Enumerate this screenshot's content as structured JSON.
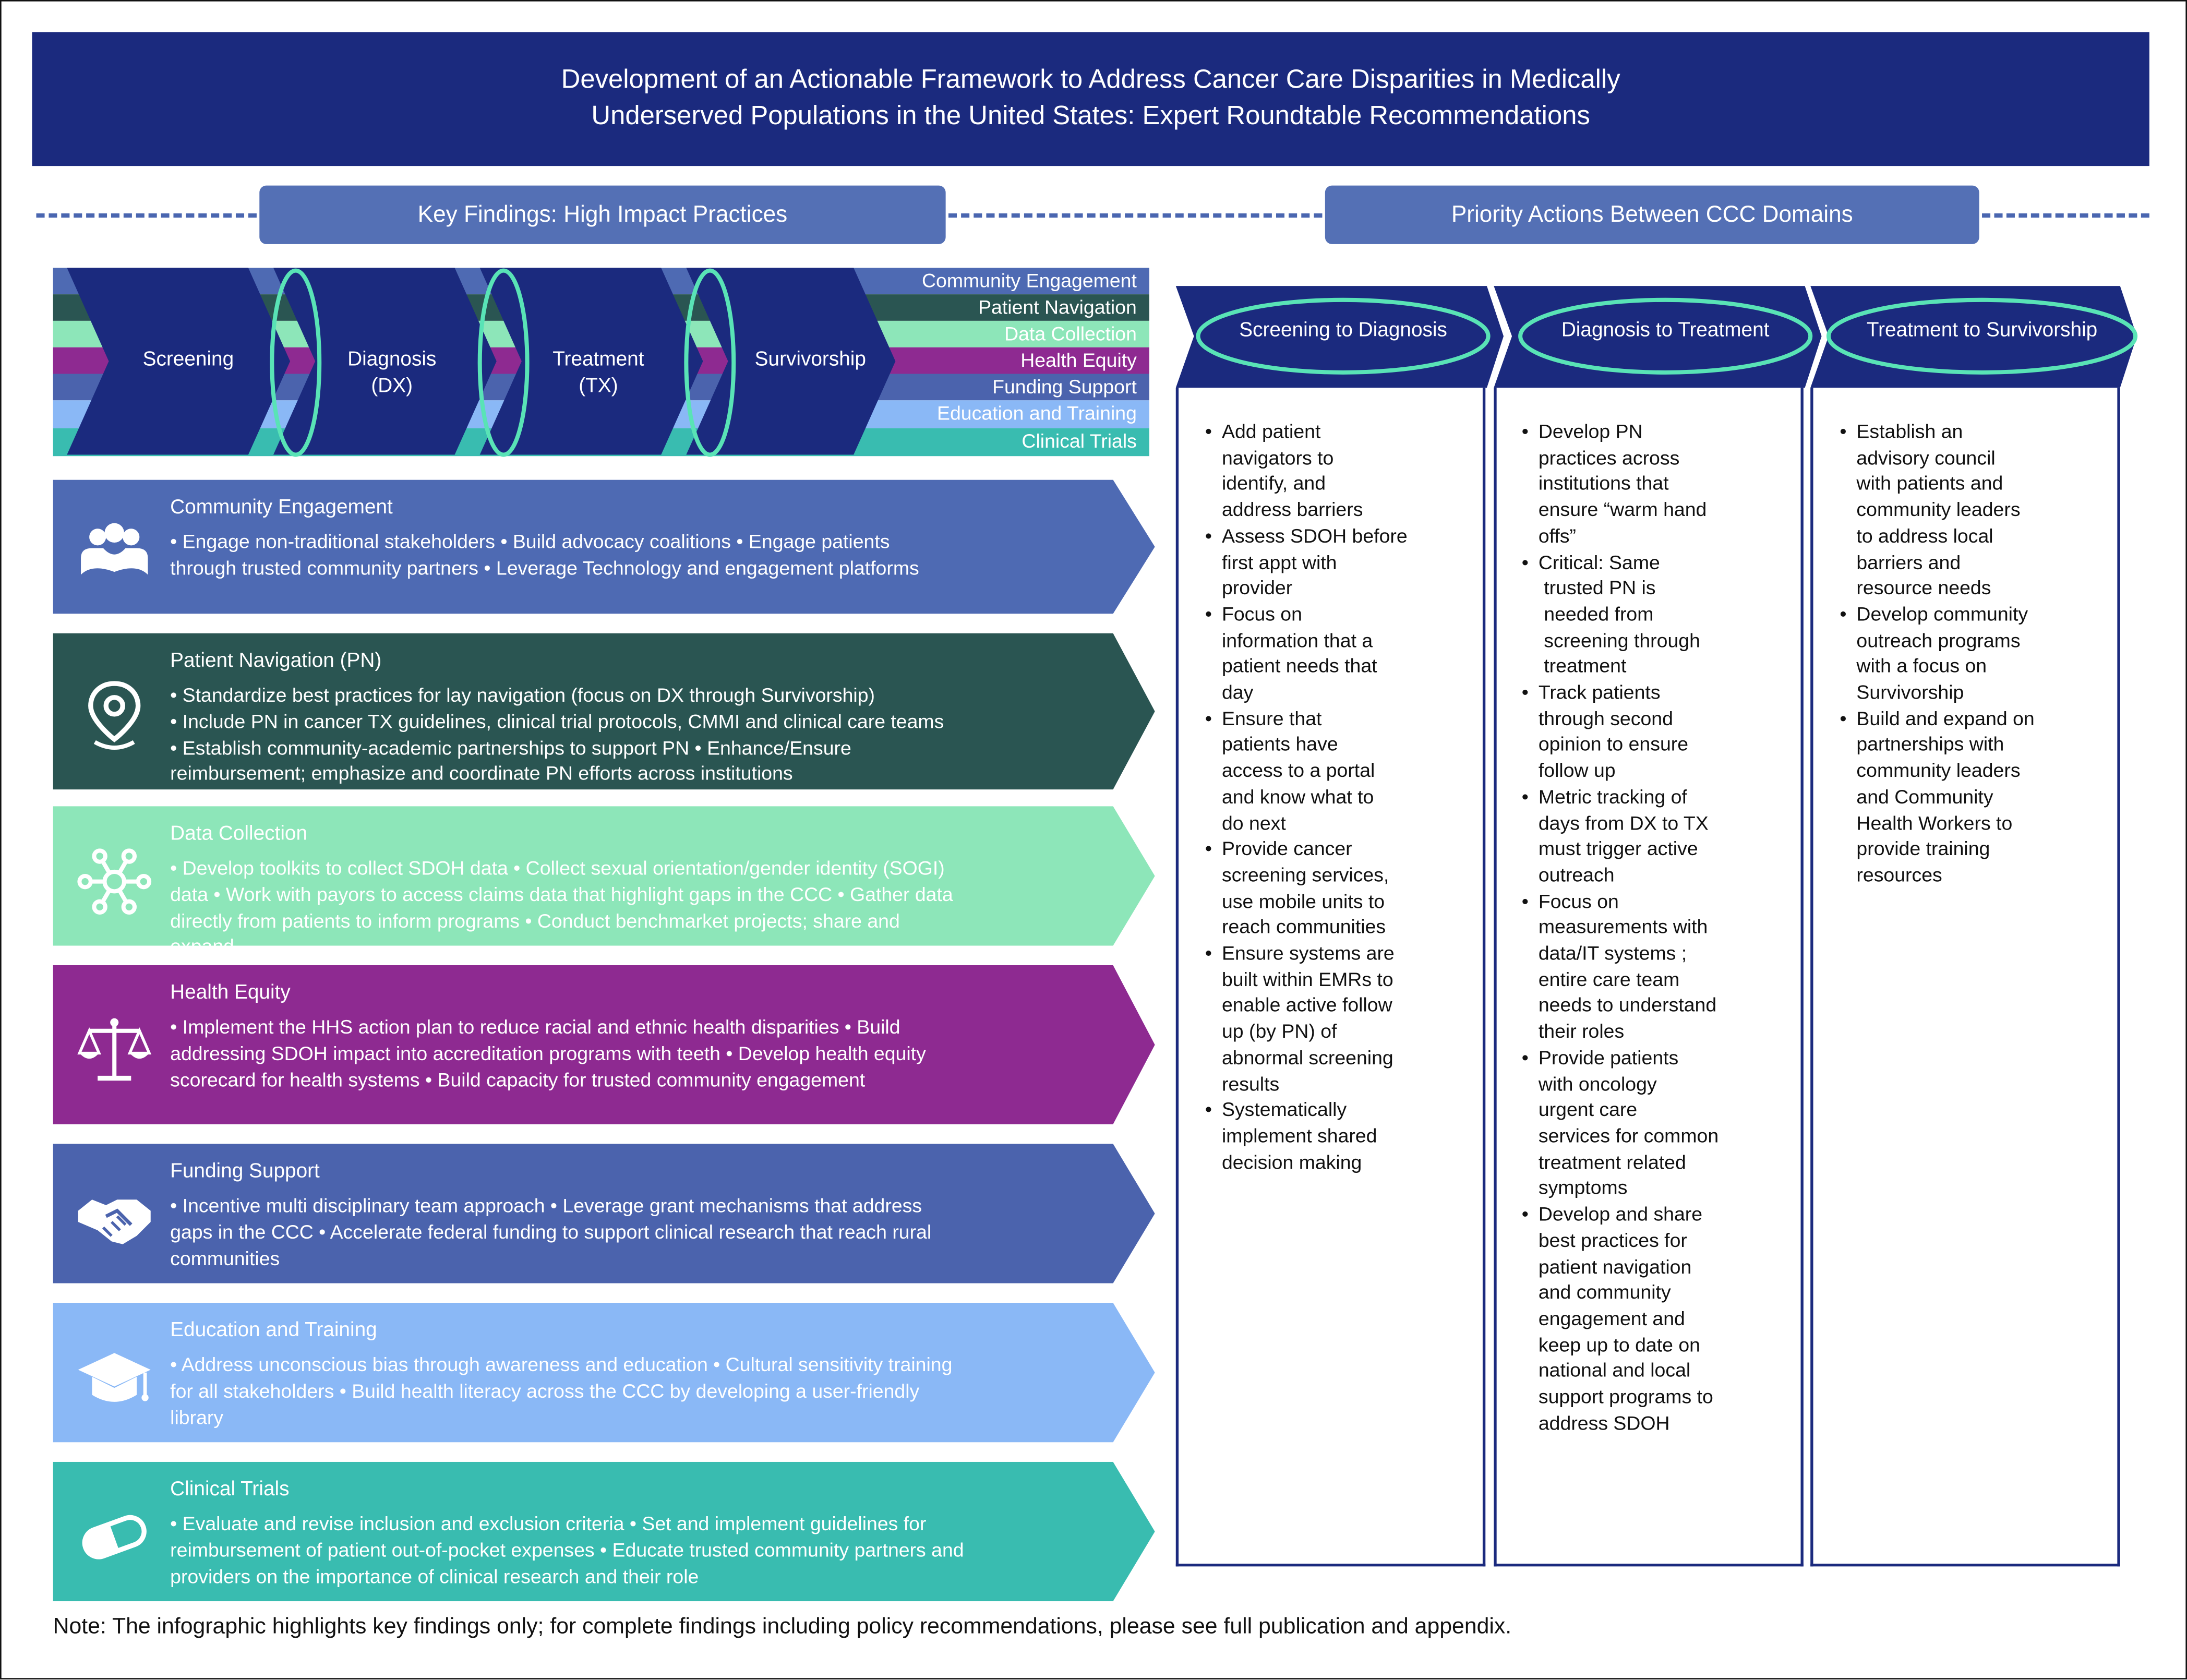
{
  "title_line1": "Development of an Actionable Framework to Address Cancer Care Disparities in Medically",
  "title_line2": "Underserved Populations in the United States: Expert Roundtable Recommendations",
  "key_findings_label": "Key Findings: High Impact Practices",
  "priority_actions_label": "Priority Actions Between CCC Domains",
  "stripes": [
    {
      "label": "Community Engagement",
      "color": "#4e6ab3"
    },
    {
      "label": "Patient Navigation",
      "color": "#2a5552"
    },
    {
      "label": "Data Collection",
      "color": "#8de6b9"
    },
    {
      "label": "Health Equity",
      "color": "#8e2a91"
    },
    {
      "label": "Funding Support",
      "color": "#4b63ad"
    },
    {
      "label": "Education and Training",
      "color": "#8ab8f6"
    },
    {
      "label": "Clinical Trials",
      "color": "#39bcb0"
    }
  ],
  "phases": [
    {
      "line1": "Screening",
      "line2": ""
    },
    {
      "line1": "Diagnosis",
      "line2": "(DX)"
    },
    {
      "line1": "Treatment",
      "line2": "(TX)"
    },
    {
      "line1": "Survivorship",
      "line2": ""
    }
  ],
  "banners": [
    {
      "title": "Community Engagement",
      "icon": "community-icon",
      "color": "#4e6ab3",
      "lines": [
        "• Engage non-traditional stakeholders • Build advocacy coalitions • Engage patients",
        "through trusted community partners • Leverage Technology and engagement platforms"
      ]
    },
    {
      "title": "Patient Navigation (PN)",
      "icon": "location-pin-icon",
      "color": "#2a5552",
      "lines": [
        "• Standardize best practices for lay navigation (focus on DX through Survivorship)",
        "• Include PN in cancer TX guidelines, clinical trial protocols, CMMI and clinical care teams",
        "• Establish community-academic partnerships to support PN • Enhance/Ensure",
        "reimbursement; emphasize and coordinate PN efforts across institutions"
      ]
    },
    {
      "title": "Data Collection",
      "icon": "network-icon",
      "color": "#8de6b9",
      "lines": [
        "• Develop toolkits to collect SDOH data • Collect sexual orientation/gender identity (SOGI)",
        "data • Work with payors to access claims data that highlight gaps in the CCC • Gather data",
        "directly from patients to inform programs • Conduct benchmarket projects; share and",
        "expand"
      ]
    },
    {
      "title": "Health Equity",
      "icon": "scales-icon",
      "color": "#8e2a91",
      "lines": [
        "• Implement the HHS action plan to reduce racial and ethnic health disparities • Build",
        "addressing SDOH impact into accreditation programs with teeth • Develop health equity",
        "scorecard for health systems • Build capacity for trusted community engagement"
      ]
    },
    {
      "title": "Funding Support",
      "icon": "handshake-icon",
      "color": "#4b63ad",
      "lines": [
        "• Incentive multi disciplinary team approach • Leverage grant mechanisms that address",
        "gaps in the CCC • Accelerate federal funding to support clinical research that reach rural",
        "communities"
      ]
    },
    {
      "title": "Education and Training",
      "icon": "graduation-cap-icon",
      "color": "#8ab8f6",
      "lines": [
        "• Address unconscious bias through awareness and education • Cultural sensitivity training",
        "for all stakeholders • Build health literacy across the CCC by developing a user-friendly",
        "library"
      ]
    },
    {
      "title": "Clinical Trials",
      "icon": "capsule-icon",
      "color": "#39bcb0",
      "lines": [
        "• Evaluate and revise inclusion and exclusion criteria • Set and implement guidelines for",
        "reimbursement of patient out-of-pocket expenses • Educate trusted community partners and",
        "providers on the importance of clinical research and their role"
      ]
    }
  ],
  "columns": [
    {
      "title": "Screening to Diagnosis",
      "items": [
        [
          "Add patient",
          "navigators to",
          "identify, and",
          "address barriers"
        ],
        [
          "Assess SDOH before",
          "first appt with",
          "provider"
        ],
        [
          "Focus on",
          "information that a",
          "patient needs that",
          "day"
        ],
        [
          "Ensure that",
          "patients have",
          "access to a portal",
          "and know what to",
          "do next"
        ],
        [
          "Provide cancer",
          "screening services,",
          "use mobile units to",
          "reach communities"
        ],
        [
          "Ensure systems are",
          "built within EMRs to",
          "enable active follow",
          "up (by PN) of",
          "abnormal screening",
          "results"
        ],
        [
          "Systematically",
          "implement shared",
          "decision making"
        ]
      ]
    },
    {
      "title": "Diagnosis to Treatment",
      "items": [
        [
          "Develop PN",
          "practices across",
          "institutions that",
          "ensure “warm hand",
          "offs”"
        ],
        [
          "Critical: Same",
          " trusted PN is",
          " needed from",
          " screening through",
          " treatment"
        ],
        [
          "Track patients",
          "through second",
          "opinion to ensure",
          "follow up"
        ],
        [
          "Metric tracking of",
          "days from DX to TX",
          "must trigger active",
          "outreach"
        ],
        [
          "Focus on",
          "measurements with",
          "data/IT systems ;",
          "entire care team",
          "needs to understand",
          "their roles"
        ],
        [
          "Provide patients",
          "with oncology",
          "urgent care",
          "services for common",
          "treatment related",
          "symptoms"
        ],
        [
          "Develop and share",
          "best practices for",
          "patient navigation",
          "and community",
          "engagement and",
          "keep up to date on",
          "national and local",
          "support programs to",
          "address SDOH"
        ]
      ]
    },
    {
      "title": "Treatment to Survivorship",
      "items": [
        [
          "Establish an",
          "advisory council",
          "with patients and",
          "community leaders",
          "to address local",
          "barriers and",
          "resource needs"
        ],
        [
          "Develop community",
          "outreach programs",
          "with a focus on",
          "Survivorship"
        ],
        [
          "Build and expand on",
          "partnerships with",
          "community leaders",
          "and Community",
          "Health Workers to",
          "provide training",
          "resources"
        ]
      ]
    }
  ],
  "note": "Note: The infographic highlights key findings only; for complete findings including policy recommendations, please see full publication and appendix.",
  "colors": {
    "navy": "#1b2a7e",
    "pill": "#5470b5",
    "ring": "#59e3b6"
  }
}
